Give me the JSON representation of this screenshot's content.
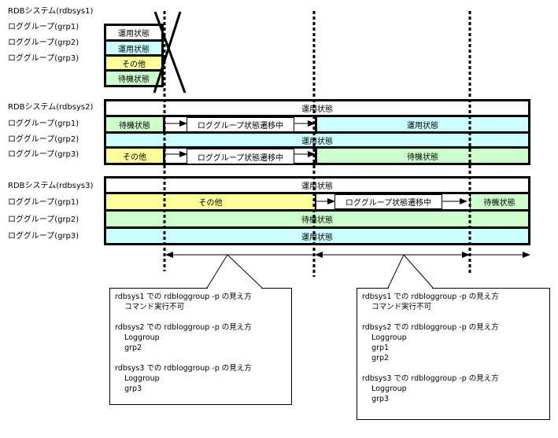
{
  "sections": [
    {
      "system_label": "RDBシステム(rdbsys1)",
      "group_labels": [
        "ロググループ(grp1)",
        "ロググループ(grp2)",
        "ロググループ(grp3)"
      ],
      "system_state": "運用状態",
      "group_states": [
        "運用状態",
        "その他",
        "待機状態"
      ],
      "crossed_out": true
    },
    {
      "system_label": "RDBシステム(rdbsys2)",
      "group_labels": [
        "ロググループ(grp1)",
        "ロググループ(grp2)",
        "ロググループ(grp3)"
      ],
      "system_state": "運用状態",
      "grp1": {
        "before": "待機状態",
        "transition": "ロググループ状態遷移中",
        "after": "運用状態"
      },
      "grp2": {
        "state": "運用状態"
      },
      "grp3": {
        "before": "その他",
        "transition": "ロググループ状態遷移中",
        "after": "待機状態"
      }
    },
    {
      "system_label": "RDBシステム(rdbsys3)",
      "group_labels": [
        "ロググループ(grp1)",
        "ロググループ(grp2)",
        "ロググループ(grp3)"
      ],
      "system_state": "運用状態",
      "grp1": {
        "before": "その他",
        "transition": "ロググループ状態遷移中",
        "after": "待機状態"
      },
      "grp2": {
        "state": "待機状態"
      },
      "grp3": {
        "state": "運用状態"
      }
    }
  ],
  "callouts": [
    {
      "lines": [
        "rdbsys1 での rdbloggroup -p の見え方",
        "    コマンド実行不可",
        "",
        "rdbsys2 での rdbloggroup -p の見え方",
        "    Loggroup",
        "    grp2",
        "",
        "rdbsys3 での rdbloggroup -p の見え方",
        "    Loggroup",
        "    grp3"
      ]
    },
    {
      "lines": [
        "rdbsys1 での rdbloggroup -p の見え方",
        "    コマンド実行不可",
        "",
        "rdbsys2 での rdbloggroup -p の見え方",
        "    Loggroup",
        "    grp1",
        "    grp2",
        "",
        "rdbsys3 での rdbloggroup -p の見え方",
        "    Loggroup",
        "    grp3"
      ]
    }
  ],
  "colors": {
    "operational": "#ccffff",
    "standby": "#ccffcc",
    "other": "#ffff99",
    "system": "#ffffff"
  }
}
